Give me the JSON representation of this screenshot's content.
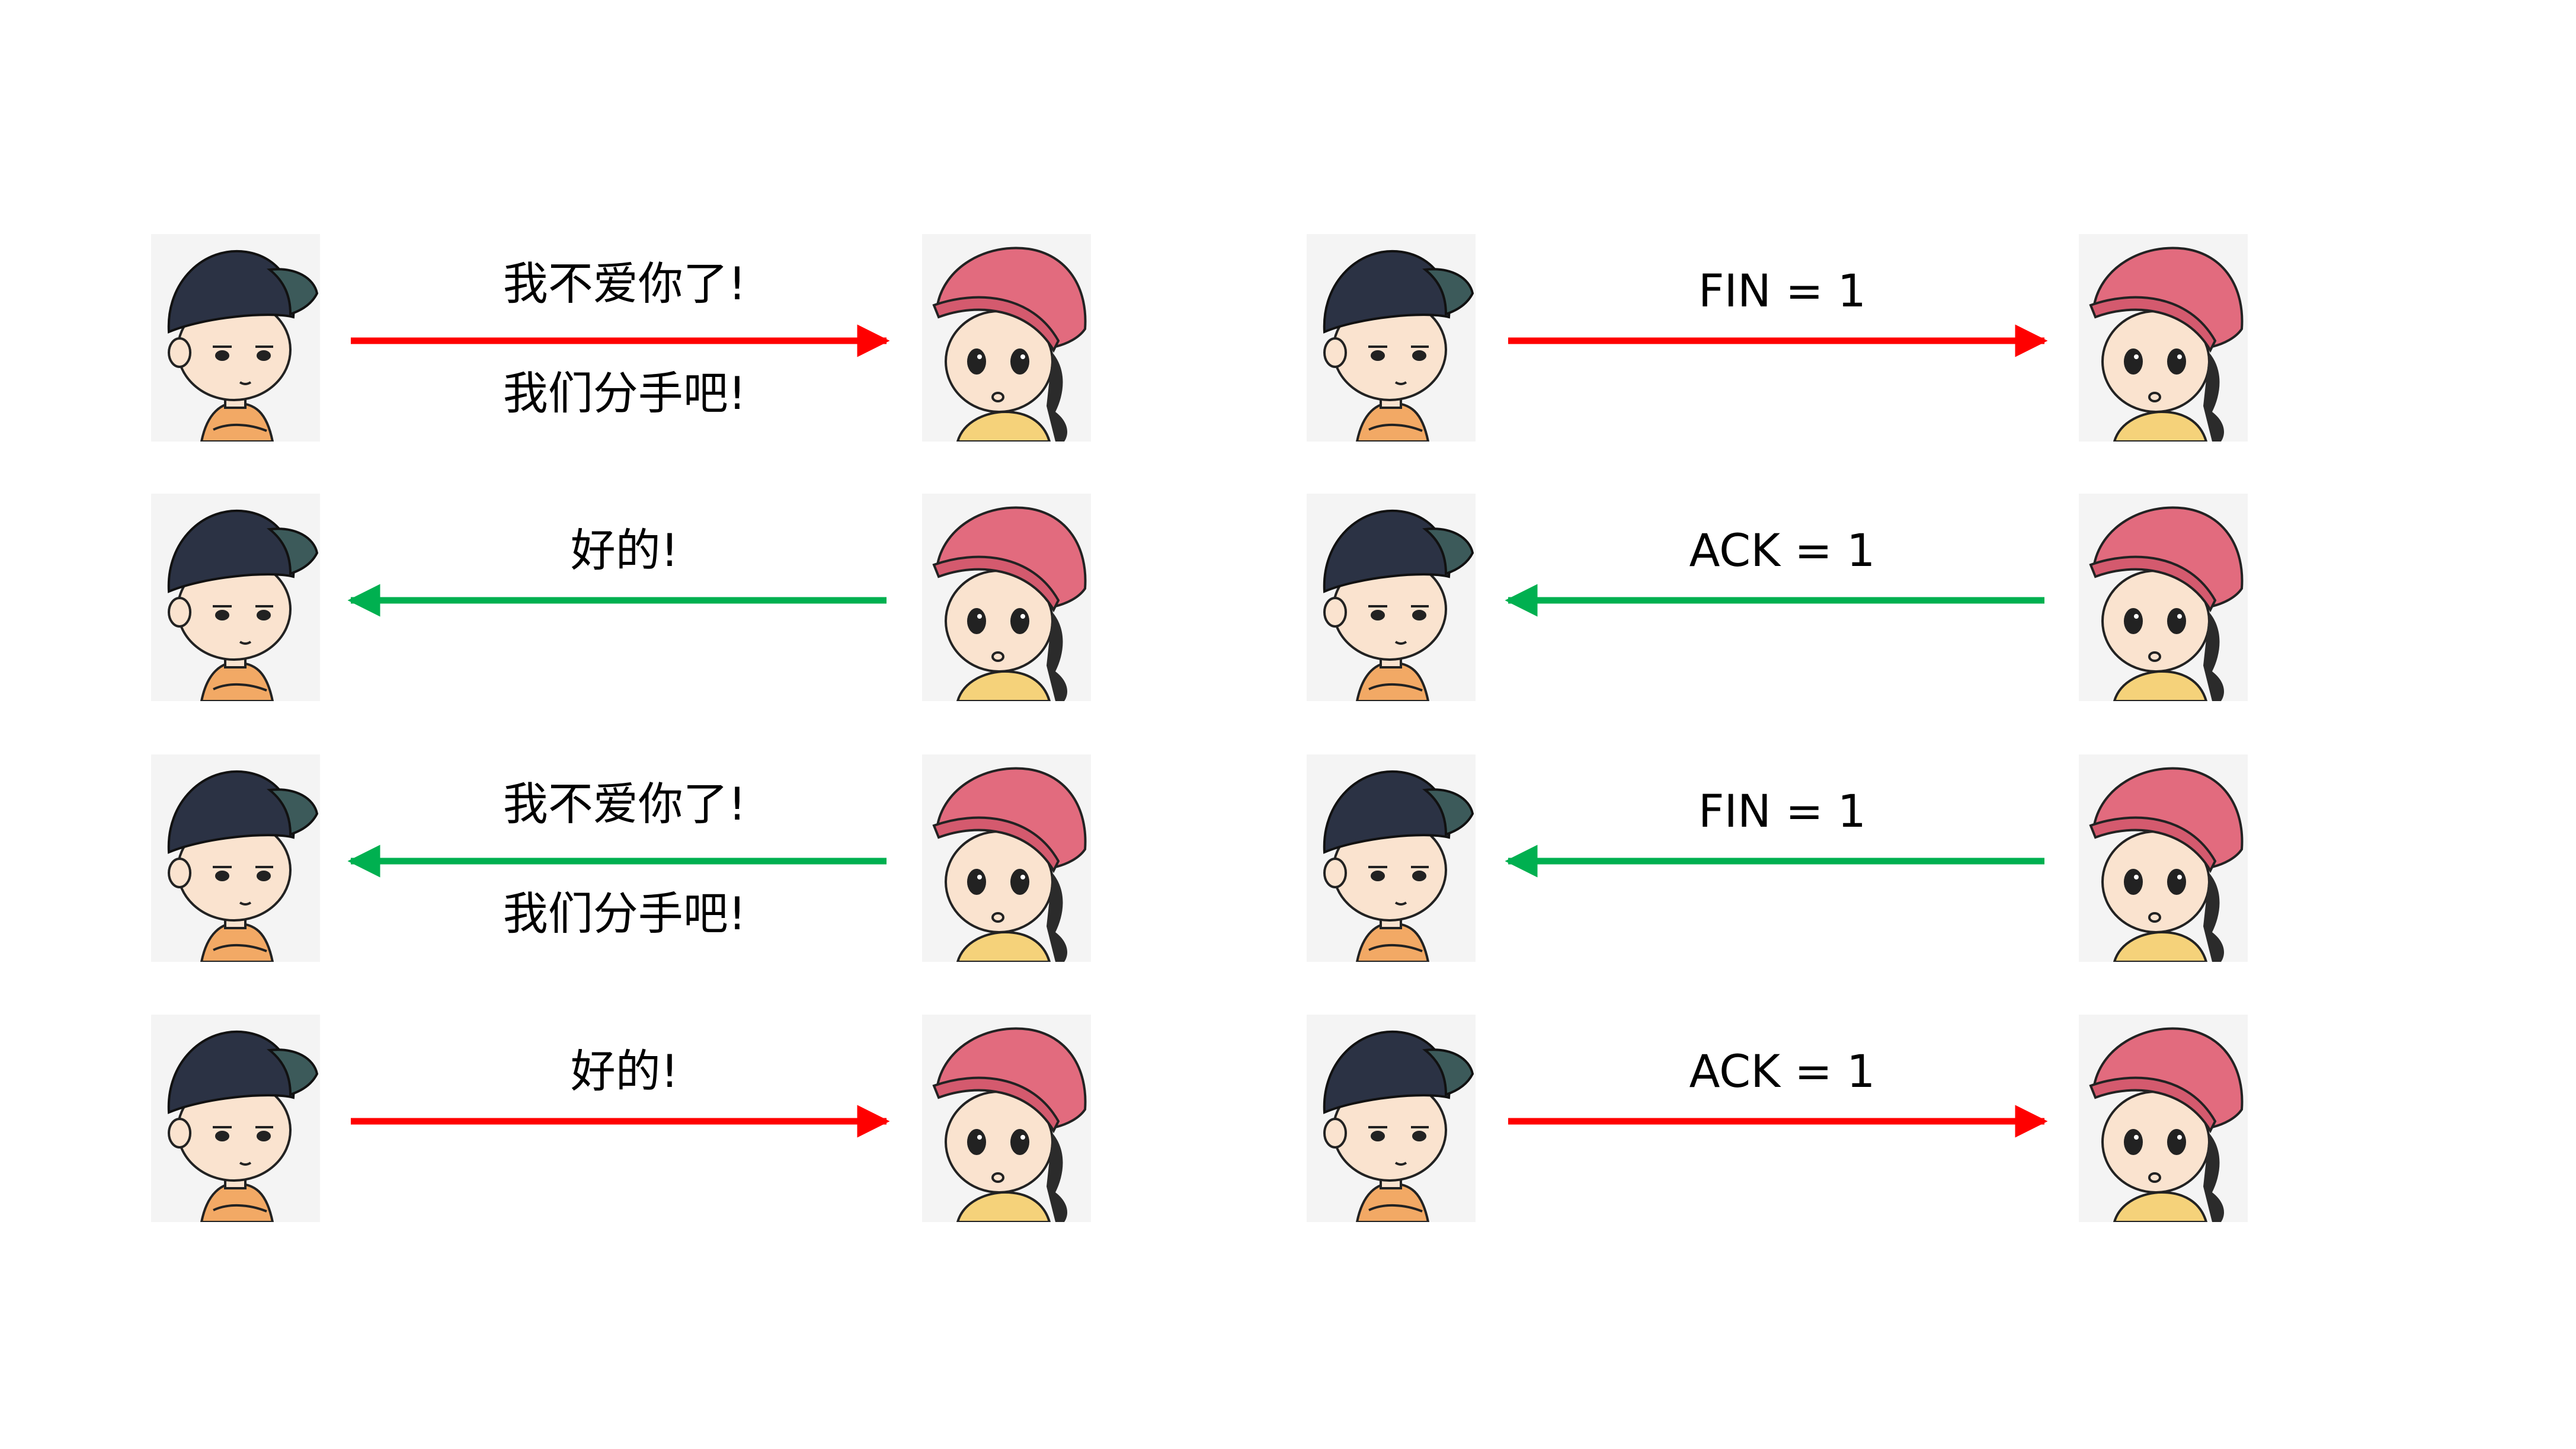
{
  "colors": {
    "send": "#ff0000",
    "reply": "#00b050",
    "boy_cap": "#2b3244",
    "boy_brim": "#3c5a5a",
    "boy_shirt": "#f2a965",
    "girl_cap": "#e26b7e",
    "girl_shirt": "#f5d27a",
    "skin": "#fae3cf",
    "tile": "#f4f4f4"
  },
  "left_sequence": [
    {
      "direction": "right",
      "arrow": "send",
      "lines": [
        "我不爱你了!",
        "我们分手吧!"
      ]
    },
    {
      "direction": "left",
      "arrow": "reply",
      "lines": [
        "好的!"
      ]
    },
    {
      "direction": "left",
      "arrow": "reply",
      "lines": [
        "我不爱你了!",
        "我们分手吧!"
      ]
    },
    {
      "direction": "right",
      "arrow": "send",
      "lines": [
        "好的!"
      ]
    }
  ],
  "right_sequence": [
    {
      "direction": "right",
      "arrow": "send",
      "lines": [
        "FIN = 1"
      ]
    },
    {
      "direction": "left",
      "arrow": "reply",
      "lines": [
        "ACK = 1"
      ]
    },
    {
      "direction": "left",
      "arrow": "reply",
      "lines": [
        "FIN = 1"
      ]
    },
    {
      "direction": "right",
      "arrow": "send",
      "lines": [
        "ACK = 1"
      ]
    }
  ]
}
